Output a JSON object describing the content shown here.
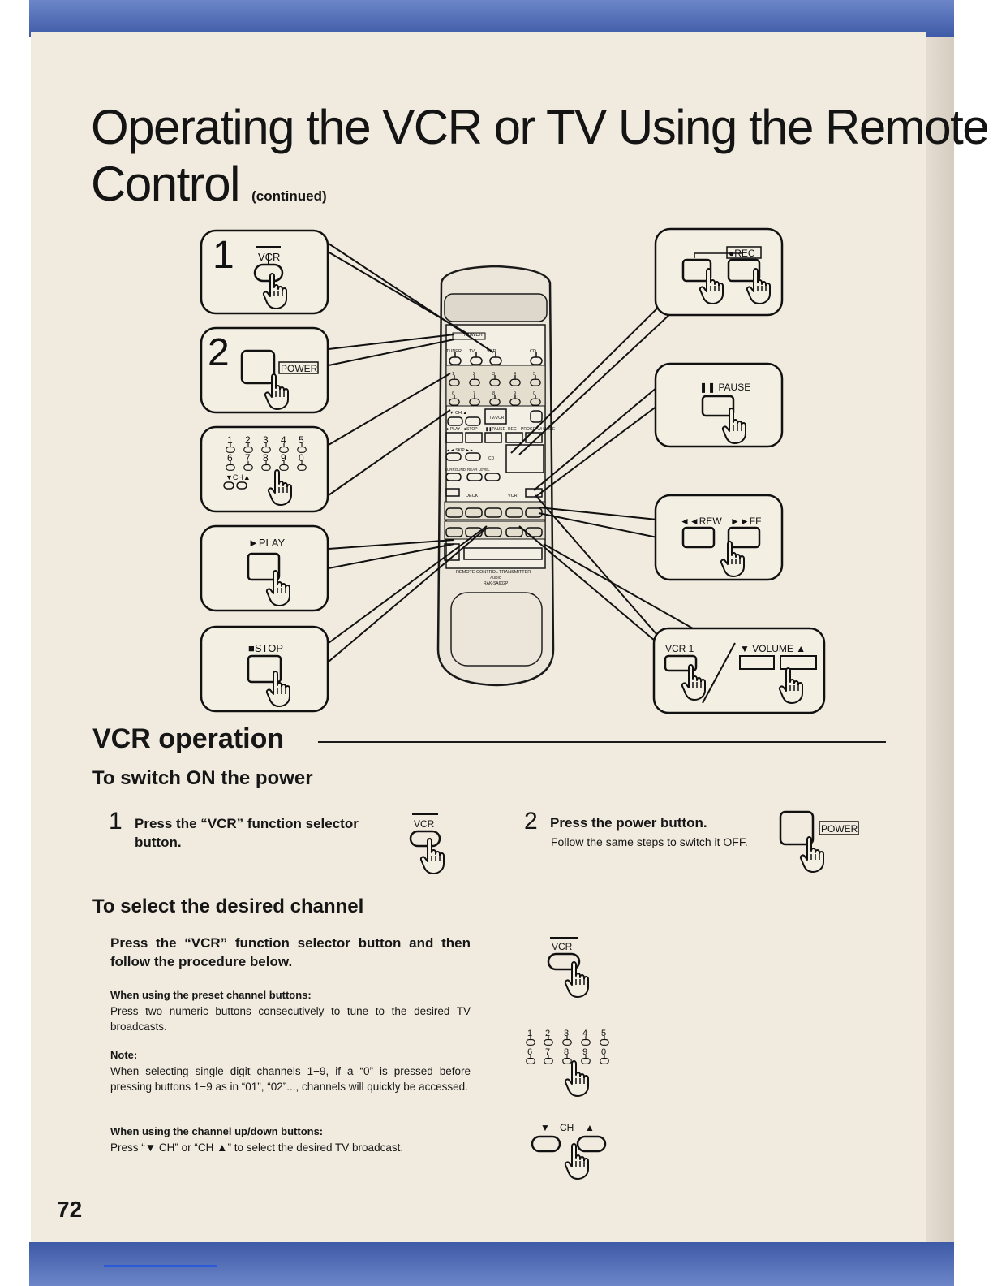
{
  "title": {
    "main": "Operating the VCR or TV Using the Remote Control",
    "continued": "(continued)"
  },
  "callouts": {
    "c1": {
      "step": "1",
      "label": "VCR"
    },
    "c2": {
      "step": "2",
      "label": "POWER"
    },
    "c3": {
      "digits_top": [
        "1",
        "2",
        "3",
        "4",
        "5"
      ],
      "digits_bottom": [
        "6",
        "7",
        "8",
        "9",
        "0"
      ],
      "ch": "▼CH▲"
    },
    "c4": {
      "label": "►PLAY"
    },
    "c5": {
      "label": "■STOP"
    },
    "c6": {
      "label": "●REC"
    },
    "c7": {
      "label": "❚❚ PAUSE"
    },
    "c8": {
      "label_rew": "◄◄REW",
      "label_ff": "►►FF"
    },
    "c9": {
      "label_vcr1": "VCR 1",
      "label_vol": "▼ VOLUME ▲"
    }
  },
  "remote": {
    "top_label": "POWER",
    "mode_labels": [
      "TUNER",
      "TV",
      "VCR",
      "CD"
    ],
    "row_digits_top": [
      "1",
      "2",
      "3",
      "4",
      "5"
    ],
    "row_digits_bottom": [
      "6",
      "7",
      "8",
      "9",
      "0"
    ],
    "ch_label": "▼ CH ▲",
    "tvvcr": "TV/VCR",
    "transport_labels": [
      "►PLAY",
      "■STOP",
      "❚❚PAUSE",
      "REC",
      "PROGRAM MODE"
    ],
    "skip_label": "◄◄ SKIP ►►",
    "cd": "CD",
    "surround": "SURROUND",
    "rearlevel": "REAR LEVEL",
    "deck": "DECK",
    "vcr": "VCR",
    "footer1": "REMOTE CONTROL TRANSMITTER",
    "footer2": "AUDIO",
    "model": "RAK-SA602P"
  },
  "vcr_operation": {
    "heading": "VCR operation",
    "power": {
      "heading": "To switch ON the power",
      "step1_num": "1",
      "step1_text": "Press the “VCR” function selector button.",
      "step1_icon_label": "VCR",
      "step2_num": "2",
      "step2_text": "Press the power button.",
      "step2_note": "Follow the same steps to switch it OFF.",
      "step2_icon_label": "POWER"
    },
    "channel": {
      "heading": "To select the desired channel",
      "lead": "Press the “VCR” function selector button and then follow the procedure below.",
      "preset_heading": "When using the preset channel buttons:",
      "preset_text": "Press two numeric buttons consecutively to tune to the desired TV broadcasts.",
      "note_heading": "Note:",
      "note_text": "When selecting single digit channels 1−9, if a “0” is pressed before pressing buttons 1−9 as in “01”, “02”..., channels will quickly be accessed.",
      "updown_heading": "When using the channel up/down buttons:",
      "updown_text": "Press “▼ CH” or “CH ▲” to select the desired TV broadcast.",
      "icon_vcr": "VCR",
      "icon_digits_top": [
        "1",
        "2",
        "3",
        "4",
        "5"
      ],
      "icon_digits_bottom": [
        "6",
        "7",
        "8",
        "9",
        "0"
      ],
      "icon_ch_down": "▼",
      "icon_ch": "CH",
      "icon_ch_up": "▲"
    }
  },
  "page_number": "72"
}
